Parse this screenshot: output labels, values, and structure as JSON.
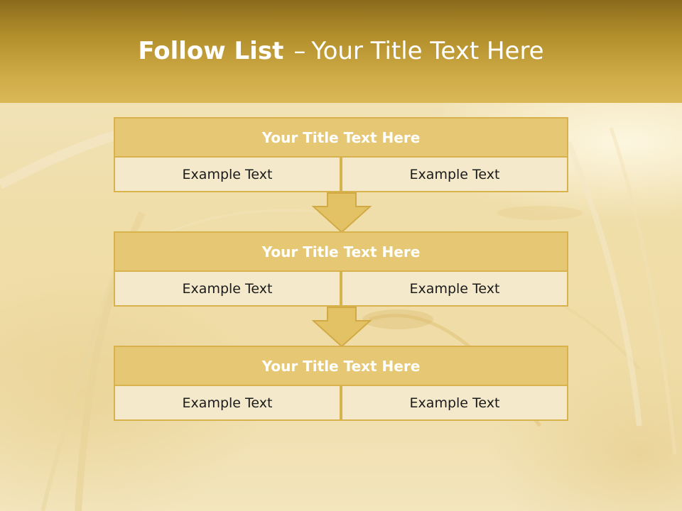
{
  "title": {
    "bold": "Follow List",
    "dash": "–",
    "rest": "Your Title Text Here"
  },
  "steps": [
    {
      "title": "Your Title Text Here",
      "left": "Example Text",
      "right": "Example Text"
    },
    {
      "title": "Your Title Text Here",
      "left": "Example Text",
      "right": "Example Text"
    },
    {
      "title": "Your Title Text Here",
      "left": "Example Text",
      "right": "Example Text"
    }
  ],
  "colors": {
    "header": "#c9a53f",
    "box_head": "#e6c874",
    "box_border": "#d8b24d",
    "cell": "#f5e9cc",
    "arrow": "#e3c265"
  }
}
